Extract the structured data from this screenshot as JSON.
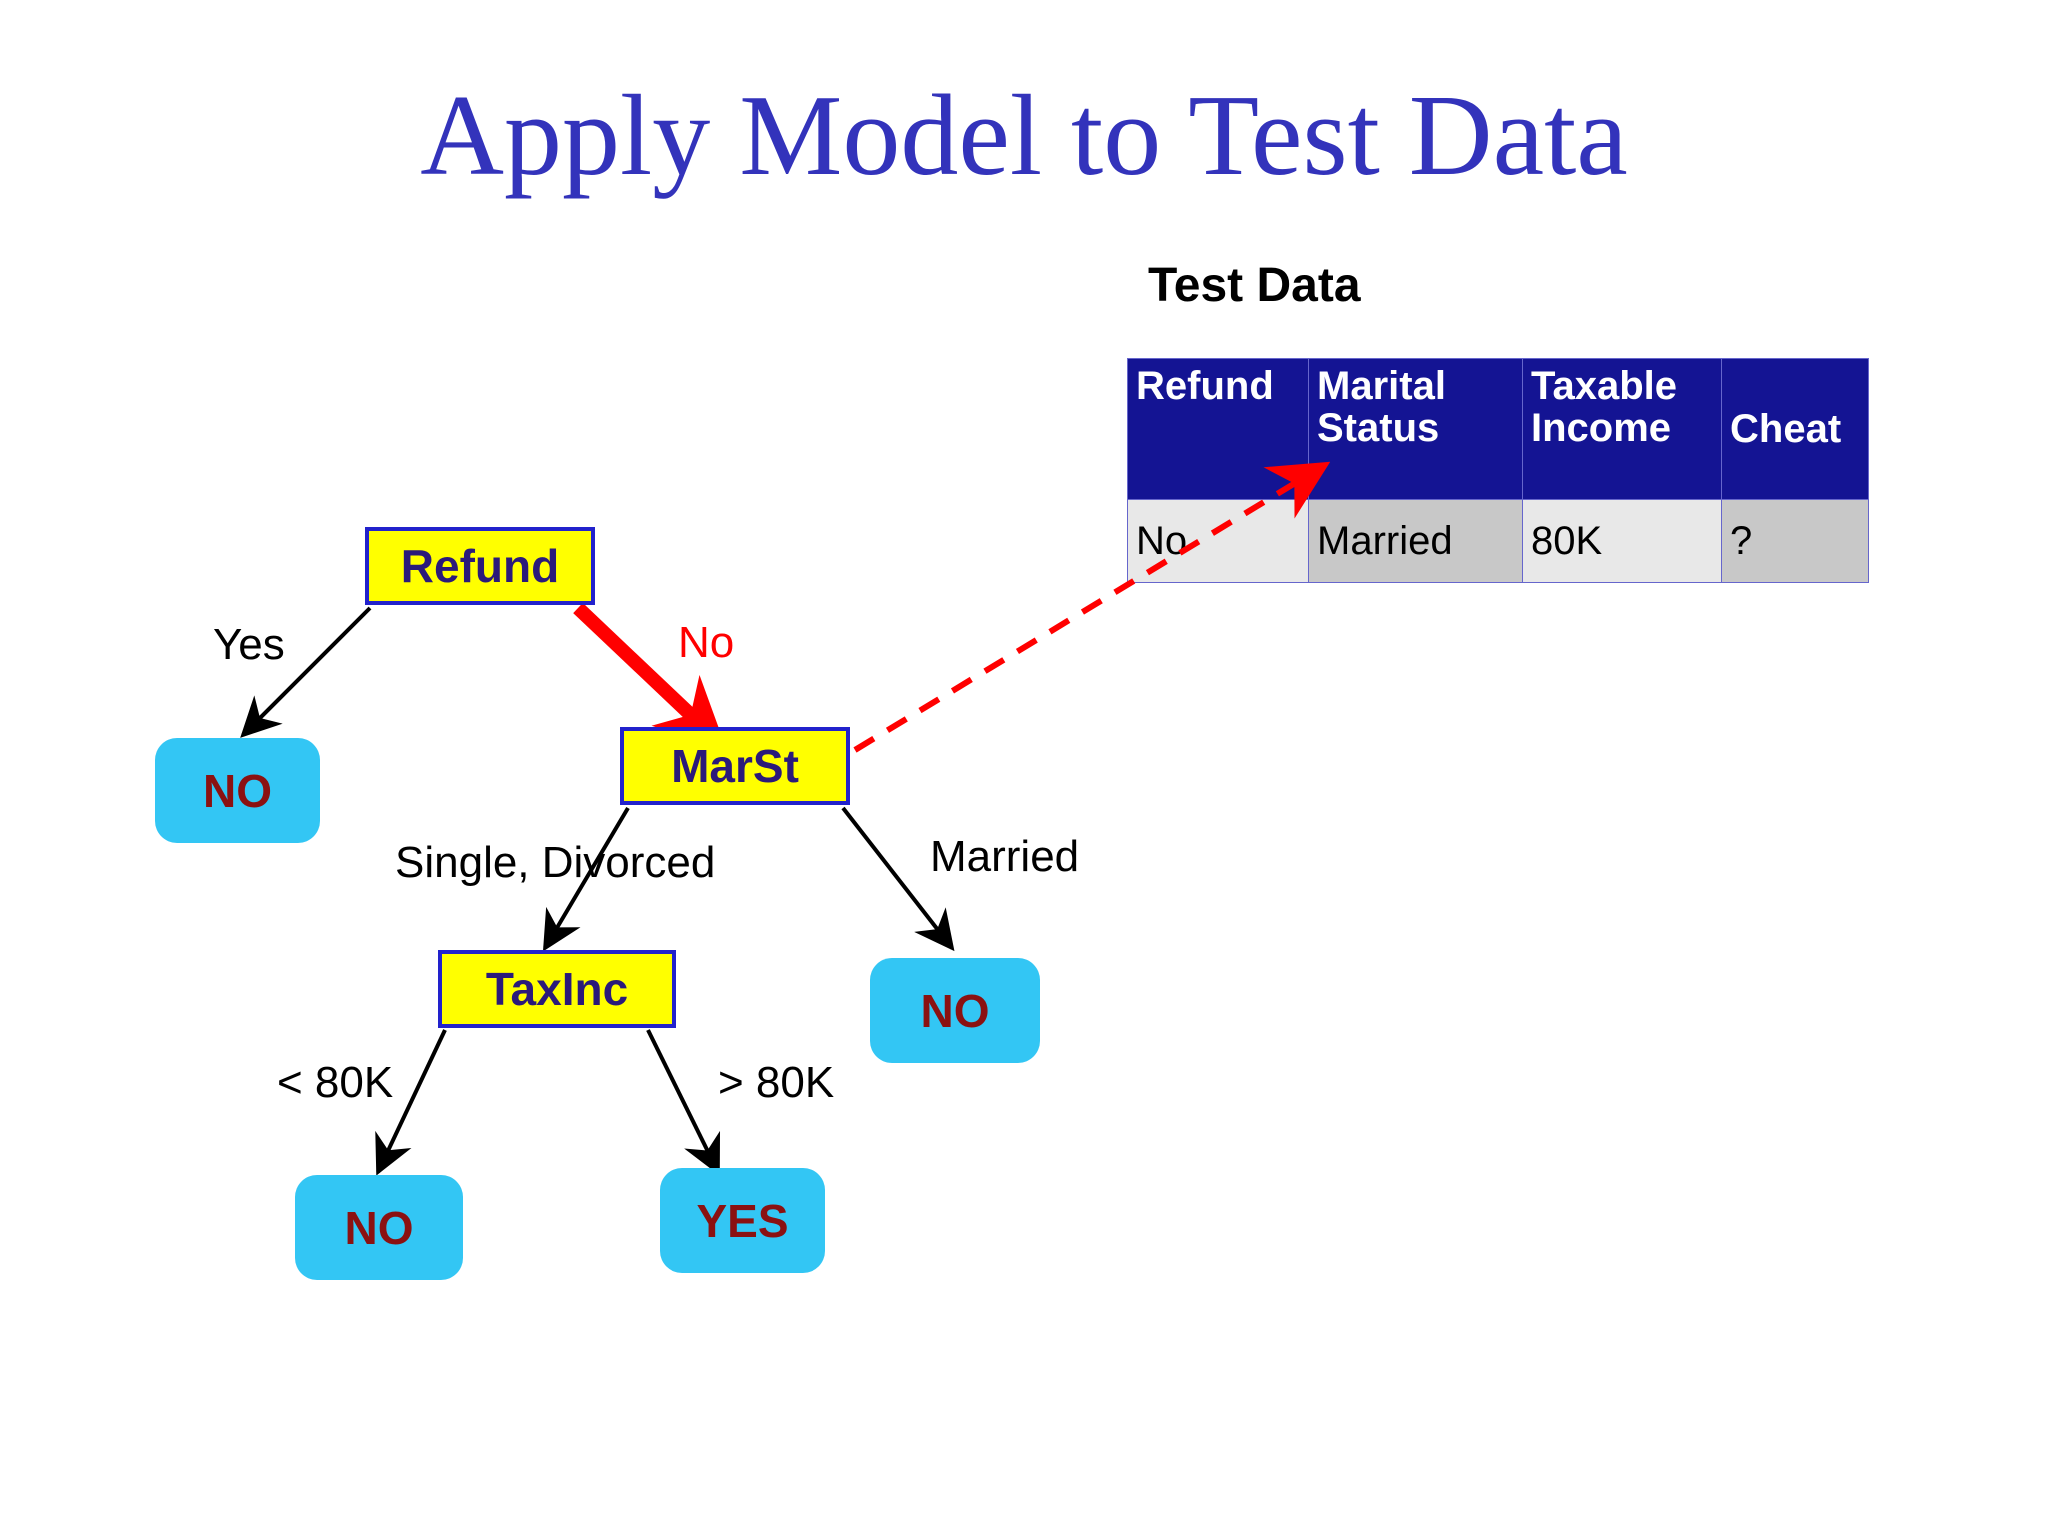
{
  "slide": {
    "title": "Apply Model to Test Data",
    "title_color": "#3333bb"
  },
  "test_data": {
    "caption": "Test Data",
    "header_bg": "#141493",
    "columns": [
      "Refund",
      "Marital Status",
      "Taxable Income",
      "Cheat"
    ],
    "column_lines": [
      [
        "Refund"
      ],
      [
        "Marital",
        "Status"
      ],
      [
        "Taxable",
        "Income"
      ],
      [
        "Cheat"
      ]
    ],
    "rows": [
      {
        "refund": "No",
        "marital_status": "Married",
        "taxable_income": "80K",
        "cheat": "?"
      }
    ]
  },
  "tree": {
    "nodes": {
      "refund": {
        "label": "Refund",
        "type": "internal"
      },
      "marst": {
        "label": "MarSt",
        "type": "internal"
      },
      "taxinc": {
        "label": "TaxInc",
        "type": "internal"
      },
      "leaf_yes_refund": {
        "label": "NO",
        "type": "leaf"
      },
      "leaf_married": {
        "label": "NO",
        "type": "leaf"
      },
      "leaf_lt80k": {
        "label": "NO",
        "type": "leaf"
      },
      "leaf_gt80k": {
        "label": "YES",
        "type": "leaf"
      }
    },
    "edge_labels": {
      "refund_yes": "Yes",
      "refund_no": "No",
      "marst_single_divorced": "Single, Divorced",
      "marst_married": "Married",
      "taxinc_lt": "< 80K",
      "taxinc_gt": "> 80K"
    },
    "colors": {
      "node_fill": "#ffff00",
      "node_border": "#2222cc",
      "node_text": "#2b1a7a",
      "leaf_fill": "#33c6f4",
      "leaf_text": "#8b1111",
      "highlight_edge": "#ff0000",
      "normal_edge": "#000000"
    }
  }
}
